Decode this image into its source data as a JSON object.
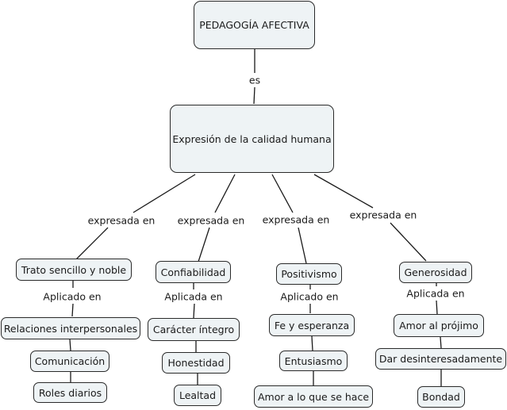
{
  "root": {
    "label": "PEDAGOGÍA AFECTIVA"
  },
  "root_link": {
    "label": "es"
  },
  "main": {
    "label": "Expresión de la calidad humana"
  },
  "branches": [
    {
      "link": "expresada en",
      "concept": "Trato sencillo y noble",
      "sublink": "Aplicado en",
      "chain": [
        "Relaciones interpersonales",
        "Comunicación",
        "Roles diarios"
      ]
    },
    {
      "link": "expresada en",
      "concept": "Confiabilidad",
      "sublink": "Aplicada en",
      "chain": [
        "Carácter íntegro",
        "Honestidad",
        "Lealtad"
      ]
    },
    {
      "link": "expresada en",
      "concept": "Positivismo",
      "sublink": "Aplicado en",
      "chain": [
        "Fe y esperanza",
        "Entusiasmo",
        "Amor a lo que se hace"
      ]
    },
    {
      "link": "expresada en",
      "concept": "Generosidad",
      "sublink": "Aplicada en",
      "chain": [
        "Amor al prójimo",
        "Dar desinteresadamente",
        "Bondad"
      ]
    }
  ]
}
